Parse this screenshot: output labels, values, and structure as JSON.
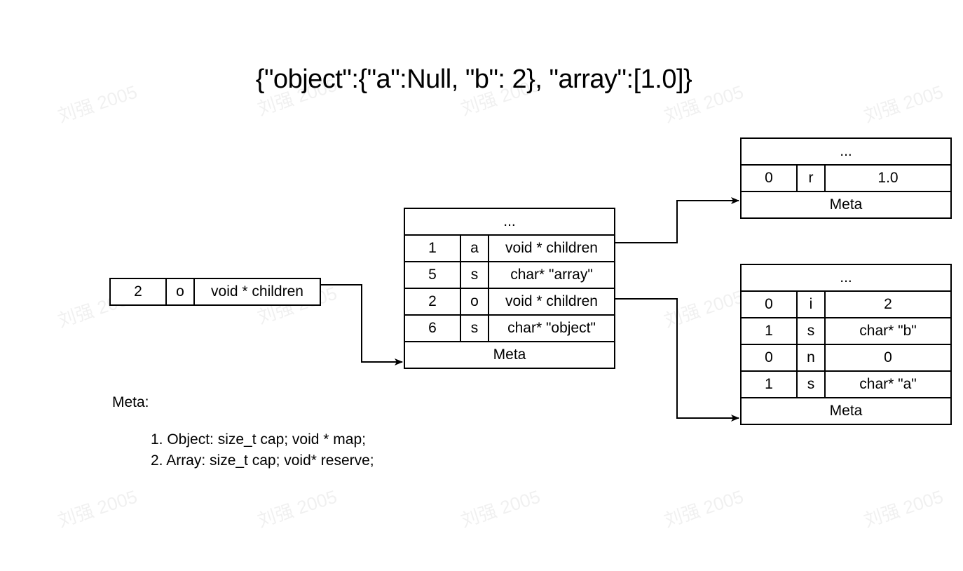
{
  "title": "{\"object\":{\"a\":Null, \"b\": 2}, \"array\":[1.0]}",
  "watermark": "刘强 2005",
  "root": {
    "n": "2",
    "t": "o",
    "v": "void * children"
  },
  "main": {
    "header": "...",
    "rows": [
      {
        "n": "1",
        "t": "a",
        "v": "void * children"
      },
      {
        "n": "5",
        "t": "s",
        "v": "char* \"array\""
      },
      {
        "n": "2",
        "t": "o",
        "v": "void * children"
      },
      {
        "n": "6",
        "t": "s",
        "v": "char* \"object\""
      }
    ],
    "footer": "Meta"
  },
  "array_block": {
    "header": "...",
    "rows": [
      {
        "n": "0",
        "t": "r",
        "v": "1.0"
      }
    ],
    "footer": "Meta"
  },
  "object_block": {
    "header": "...",
    "rows": [
      {
        "n": "0",
        "t": "i",
        "v": "2"
      },
      {
        "n": "1",
        "t": "s",
        "v": "char* \"b\""
      },
      {
        "n": "0",
        "t": "n",
        "v": "0"
      },
      {
        "n": "1",
        "t": "s",
        "v": "char* \"a\""
      }
    ],
    "footer": "Meta"
  },
  "meta_note": {
    "heading": "Meta:",
    "items": [
      "1. Object: size_t cap; void * map;",
      "2. Array: size_t cap; void* reserve;"
    ]
  }
}
